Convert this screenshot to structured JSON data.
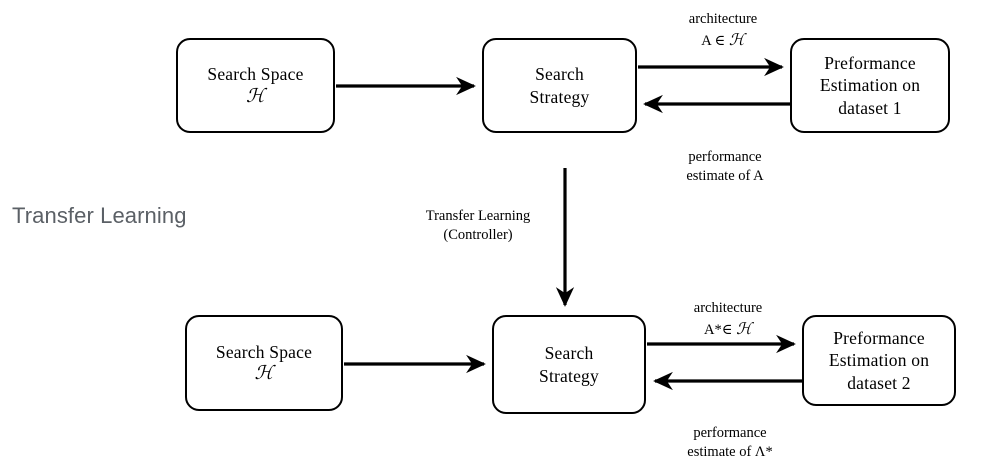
{
  "diagram": {
    "heading": "Transfer Learning",
    "nodes": {
      "search_space_top": {
        "line1": "Search Space",
        "line2": "ℋ"
      },
      "search_strategy_top": {
        "line1": "Search",
        "line2": "Strategy"
      },
      "performance_estimation_top": {
        "line1": "Preformance",
        "line2": "Estimation on",
        "line3": "dataset 1"
      },
      "search_space_bottom": {
        "line1": "Search Space",
        "line2": "ℋ"
      },
      "search_strategy_bottom": {
        "line1": "Search",
        "line2": "Strategy"
      },
      "performance_estimation_bottom": {
        "line1": "Preformance",
        "line2": "Estimation on",
        "line3": "dataset 2"
      }
    },
    "edge_labels": {
      "architecture_top": {
        "line1": "architecture",
        "line2_prefix": "A ∈ ",
        "line2_symbol": "ℋ"
      },
      "performance_top": {
        "line1": "performance",
        "line2": "estimate of  A"
      },
      "architecture_bottom": {
        "line1": "architecture",
        "line2_prefix": "A*∈  ",
        "line2_symbol": "ℋ"
      },
      "performance_bottom": {
        "line1": "performance",
        "line2": "estimate of Λ*"
      },
      "transfer_controller": {
        "line1": "Transfer Learning",
        "line2": "(Controller)"
      }
    },
    "colors": {
      "stroke": "#000000",
      "heading": "#5b6066",
      "background": "#ffffff"
    }
  }
}
